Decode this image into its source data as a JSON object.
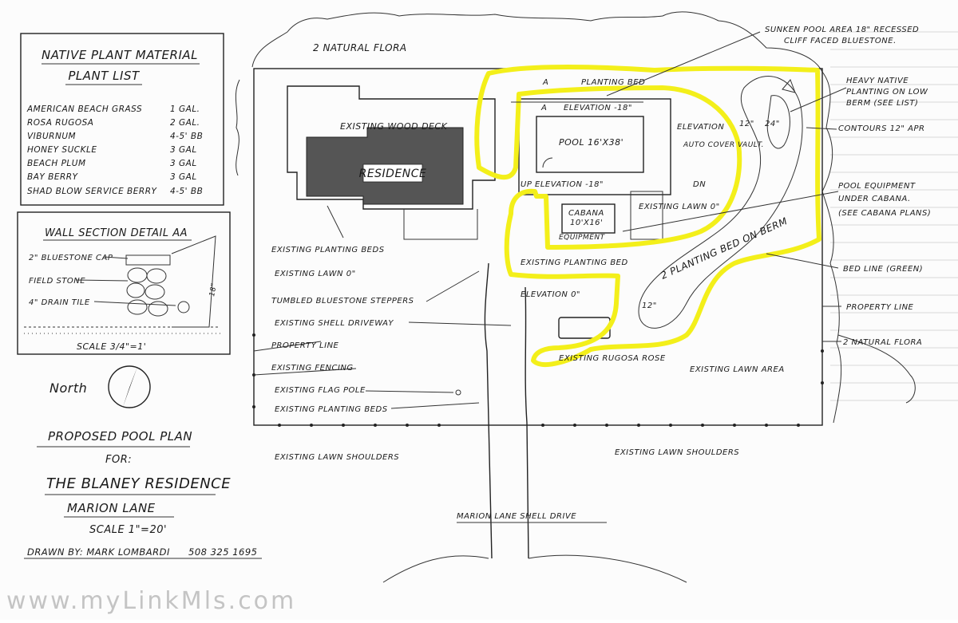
{
  "plant_list": {
    "title_line1": "NATIVE PLANT MATERIAL",
    "title_line2": "PLANT LIST",
    "items": [
      {
        "name": "AMERICAN BEACH GRASS",
        "qty": "1 GAL."
      },
      {
        "name": "ROSA RUGOSA",
        "qty": "2 GAL."
      },
      {
        "name": "VIBURNUM",
        "qty": "4-5' BB"
      },
      {
        "name": "HONEY SUCKLE",
        "qty": "3 GAL"
      },
      {
        "name": "BEACH PLUM",
        "qty": "3 GAL"
      },
      {
        "name": "BAY BERRY",
        "qty": "3 GAL"
      },
      {
        "name": "SHAD BLOW SERVICE BERRY",
        "qty": "4-5' BB"
      }
    ]
  },
  "wall_section": {
    "title": "WALL SECTION DETAIL AA",
    "cap": "2\" BLUESTONE CAP",
    "stone": "FIELD STONE",
    "tile": "4\" DRAIN TILE",
    "dim": "18\"",
    "scale": "SCALE 3/4\"=1'"
  },
  "north": {
    "label": "North"
  },
  "title_block": {
    "line1": "PROPOSED POOL PLAN",
    "line2": "FOR:",
    "line3": "THE BLANEY RESIDENCE",
    "line4": "MARION LANE",
    "scale": "SCALE 1\"=20'",
    "drawn_by": "DRAWN BY: MARK LOMBARDI",
    "phone": "508 325 1695"
  },
  "plan_labels": {
    "natural_flora_top": "2 NATURAL FLORA",
    "existing_wood_deck": "EXISTING WOOD DECK",
    "residence": "RESIDENCE",
    "a_marker_1": "A",
    "a_marker_2": "A",
    "planting_bed": "PLANTING BED",
    "elevation_18": "ELEVATION -18\"",
    "pool": "POOL 16'X38'",
    "elevation_right": "ELEVATION",
    "auto_cover": "AUTO COVER VAULT.",
    "dn": "DN",
    "up_elevation": "UP ELEVATION -18\"",
    "existing_lawn_0": "EXISTING LAWN 0\"",
    "cabana": "CABANA",
    "cabana_size": "10'X16'",
    "equipment": "EQUIPMENT",
    "existing_planting_bed": "EXISTING PLANTING BED",
    "elevation_0": "ELEVATION 0\"",
    "existing_rugosa_rose": "EXISTING RUGOSA ROSE",
    "existing_lawn_area": "EXISTING LAWN AREA",
    "planting_bed_berm": "2 PLANTING BED ON BERM",
    "dim_12_top": "12\"",
    "dim_24": "24\"",
    "dim_12_bottom": "12\"",
    "existing_planting_beds_left": "EXISTING PLANTING BEDS",
    "existing_lawn_left": "EXISTING LAWN 0\"",
    "tumbled_steppers": "TUMBLED BLUESTONE STEPPERS",
    "existing_shell_driveway": "EXISTING SHELL DRIVEWAY",
    "property_line_left": "PROPERTY LINE",
    "existing_fencing": "EXISTING FENCING",
    "existing_flag_pole": "EXISTING FLAG POLE",
    "existing_planting_beds_bottom": "EXISTING PLANTING BEDS",
    "lawn_shoulders_left": "EXISTING LAWN SHOULDERS",
    "lawn_shoulders_right": "EXISTING LAWN SHOULDERS",
    "marion_lane_drive": "MARION LANE SHELL DRIVE"
  },
  "right_notes": {
    "sunken_pool": "SUNKEN POOL AREA 18\" RECESSED",
    "cliff_faced": "CLIFF FACED BLUESTONE.",
    "heavy_native_1": "HEAVY NATIVE",
    "heavy_native_2": "PLANTING ON LOW",
    "heavy_native_3": "BERM (SEE LIST)",
    "contours": "CONTOURS 12\" APR",
    "pool_equip_1": "POOL EQUIPMENT",
    "pool_equip_2": "UNDER CABANA.",
    "pool_equip_3": "(SEE CABANA PLANS)",
    "bed_line": "BED LINE (GREEN)",
    "property_line_right": "PROPERTY LINE",
    "natural_flora_right": "2 NATURAL FLORA"
  },
  "watermark": "www.myLinkMls.com",
  "colors": {
    "highlight": "#f3ef1a",
    "ink": "#222222",
    "paper": "#fcfcfc"
  }
}
